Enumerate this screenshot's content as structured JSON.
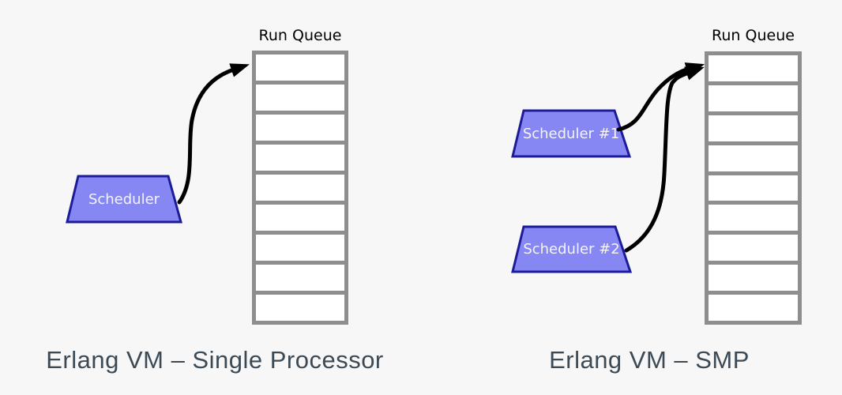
{
  "page": {
    "background": "#f7f7f7"
  },
  "colors": {
    "scheduler_fill": "#8687f2",
    "scheduler_border": "#1c1c99",
    "scheduler_text": "#f4f4f7",
    "queue_frame": "#8e8e8e",
    "queue_cell_fill": "#ffffff",
    "arrow": "#000000",
    "caption_text": "#3c4a56",
    "queue_label_text": "#000000"
  },
  "left_diagram": {
    "queue_label": "Run Queue",
    "queue_cells": 9,
    "scheduler_label": "Scheduler",
    "caption": "Erlang VM – Single Processor"
  },
  "right_diagram": {
    "queue_label": "Run Queue",
    "queue_cells": 9,
    "scheduler1_label": "Scheduler #1",
    "scheduler2_label": "Scheduler #2",
    "caption": "Erlang VM – SMP"
  }
}
